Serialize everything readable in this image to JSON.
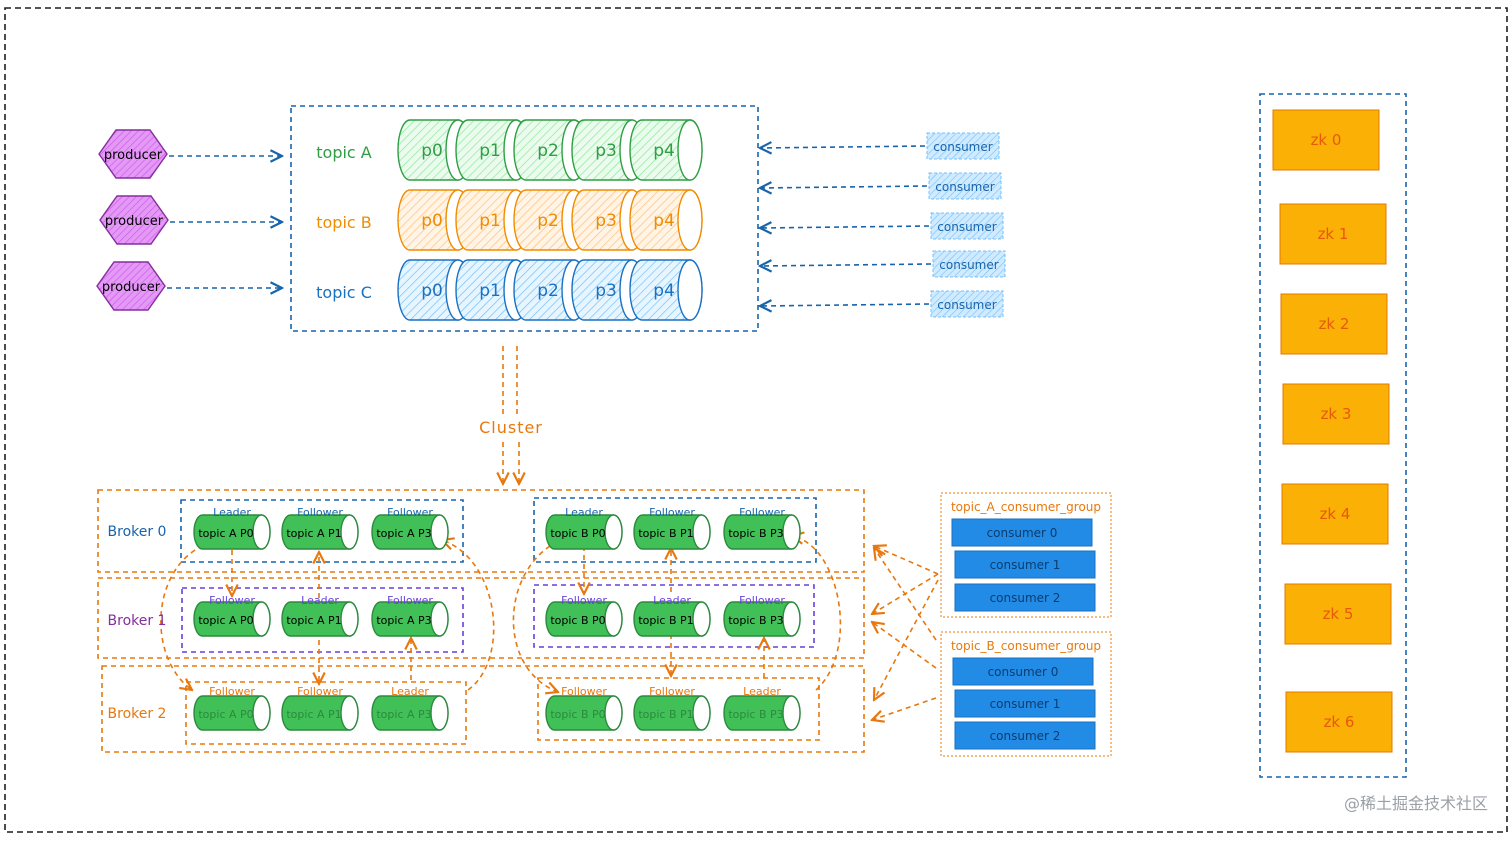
{
  "colors": {
    "frame": "#1e1e1e",
    "blue_border": "#1864ab",
    "orange": "#e8780d",
    "purple_border": "#6741d9",
    "topic_a": "#2f9e44",
    "topic_a_fill": "#b2f2bb",
    "topic_b": "#f08c00",
    "topic_b_fill": "#ffd8a8",
    "topic_c": "#1971c2",
    "topic_c_fill": "#a5d8ff",
    "producer_fill": "#da77f2",
    "consumer_fill": "#a5d8ff",
    "partition_green": "#40c057",
    "group_consumer_fill": "#228be6",
    "zk_fill": "#fab005"
  },
  "producers": [
    "producer",
    "producer",
    "producer"
  ],
  "topics": [
    {
      "label": "topic A",
      "partitions": [
        "p0",
        "p1",
        "p2",
        "p3",
        "p4"
      ],
      "scheme": "a"
    },
    {
      "label": "topic B",
      "partitions": [
        "p0",
        "p1",
        "p2",
        "p3",
        "p4"
      ],
      "scheme": "b"
    },
    {
      "label": "topic C",
      "partitions": [
        "p0",
        "p1",
        "p2",
        "p3",
        "p4"
      ],
      "scheme": "c"
    }
  ],
  "consumers": [
    "consumer",
    "consumer",
    "consumer",
    "consumer",
    "consumer"
  ],
  "cluster_label": "Cluster",
  "brokers": [
    {
      "label": "Broker 0",
      "color": "#1864ab",
      "a_group": [
        {
          "role": "Leader",
          "name": "topic A P0"
        },
        {
          "role": "Follower",
          "name": "topic A P1"
        },
        {
          "role": "Follower",
          "name": "topic A P3"
        }
      ],
      "b_group": [
        {
          "role": "Leader",
          "name": "topic B P0"
        },
        {
          "role": "Follower",
          "name": "topic B P1"
        },
        {
          "role": "Follower",
          "name": "topic B P3"
        }
      ]
    },
    {
      "label": "Broker 1",
      "color": "#862e9c",
      "a_group": [
        {
          "role": "Follower",
          "name": "topic A P0"
        },
        {
          "role": "Leader",
          "name": "topic A P1"
        },
        {
          "role": "Follower",
          "name": "topic A P3"
        }
      ],
      "b_group": [
        {
          "role": "Follower",
          "name": "topic B P0"
        },
        {
          "role": "Leader",
          "name": "topic B P1"
        },
        {
          "role": "Follower",
          "name": "topic B P3"
        }
      ]
    },
    {
      "label": "Broker 2",
      "color": "#e8780d",
      "a_group": [
        {
          "role": "Follower",
          "name": "topic A P0"
        },
        {
          "role": "Follower",
          "name": "topic A P1"
        },
        {
          "role": "Leader",
          "name": "topic A P3"
        }
      ],
      "b_group": [
        {
          "role": "Follower",
          "name": "topic B P0"
        },
        {
          "role": "Follower",
          "name": "topic B P1"
        },
        {
          "role": "Leader",
          "name": "topic B P3"
        }
      ]
    }
  ],
  "consumer_groups": [
    {
      "label": "topic_A_consumer_group",
      "members": [
        "consumer 0",
        "consumer 1",
        "consumer 2"
      ]
    },
    {
      "label": "topic_B_consumer_group",
      "members": [
        "consumer 0",
        "consumer 1",
        "consumer 2"
      ]
    }
  ],
  "zookeeper": [
    "zk 0",
    "zk 1",
    "zk 2",
    "zk 3",
    "zk 4",
    "zk 5",
    "zk 6"
  ],
  "watermark": "@稀土掘金技术社区"
}
